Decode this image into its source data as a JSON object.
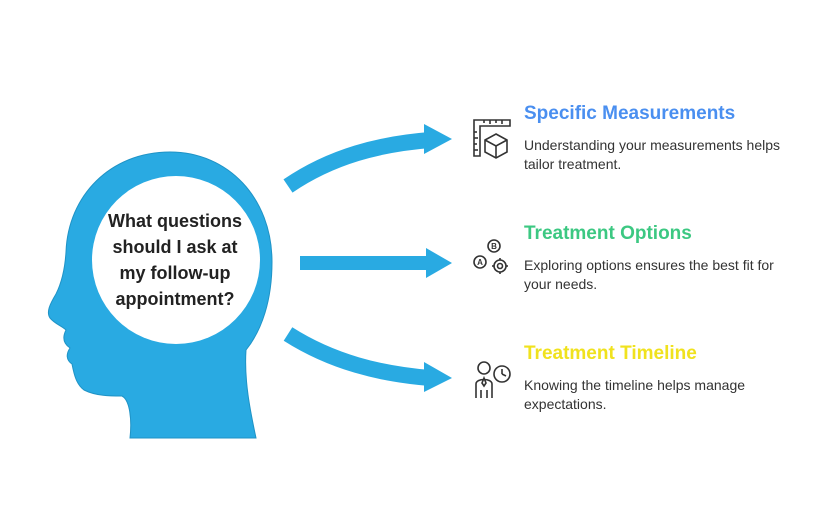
{
  "center": {
    "question": "What questions\nshould I ask at\nmy follow-up\nappointment?"
  },
  "items": [
    {
      "title": "Specific Measurements",
      "description": "Understanding your measurements helps tailor treatment.",
      "color": "#4a8ff0",
      "icon": "ruler-box-icon"
    },
    {
      "title": "Treatment Options",
      "description": "Exploring options ensures the best fit for your needs.",
      "color": "#3cc882",
      "icon": "options-abc-icon"
    },
    {
      "title": "Treatment Timeline",
      "description": "Knowing the timeline helps manage expectations.",
      "color": "#f0e21e",
      "icon": "person-clock-icon"
    }
  ],
  "colors": {
    "head": "#29aae2",
    "head_stroke": "#1f93c6",
    "arrow": "#29aae2",
    "icon_stroke": "#333333"
  }
}
